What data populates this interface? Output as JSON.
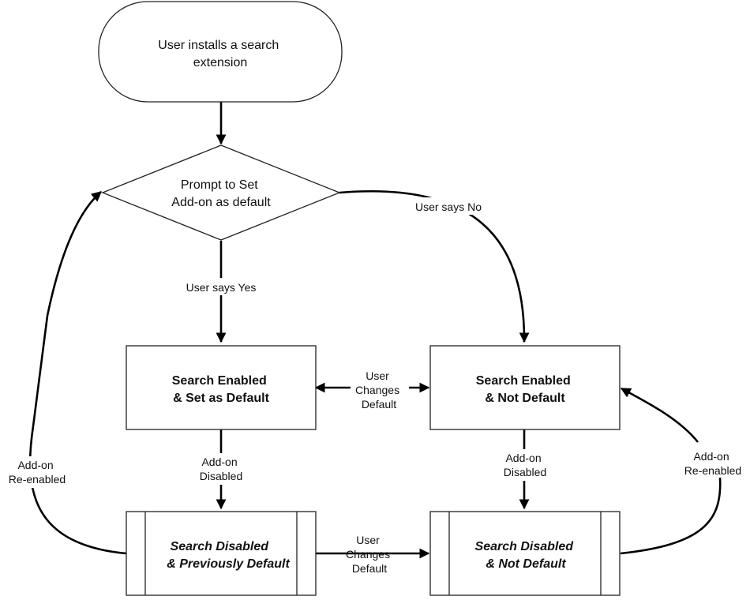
{
  "nodes": {
    "start": {
      "lines": [
        "User installs a search",
        "extension"
      ]
    },
    "prompt": {
      "lines": [
        "Prompt to Set",
        "Add-on as default"
      ]
    },
    "enabled_default": {
      "lines": [
        "Search Enabled",
        "& Set as Default"
      ]
    },
    "enabled_not_default": {
      "lines": [
        "Search Enabled",
        "& Not Default"
      ]
    },
    "disabled_prev_default": {
      "lines": [
        "Search Disabled",
        "& Previously Default"
      ]
    },
    "disabled_not_default": {
      "lines": [
        "Search Disabled",
        "& Not Default"
      ]
    }
  },
  "edges": {
    "user_says_no": {
      "lines": [
        "User says No"
      ]
    },
    "user_says_yes": {
      "lines": [
        "User says Yes"
      ]
    },
    "user_changes_default_top": {
      "lines": [
        "User",
        "Changes",
        "Default"
      ]
    },
    "addon_disabled_left": {
      "lines": [
        "Add-on",
        "Disabled"
      ]
    },
    "addon_disabled_right": {
      "lines": [
        "Add-on",
        "Disabled"
      ]
    },
    "user_changes_default_bottom": {
      "lines": [
        "User",
        "Changes",
        "Default"
      ]
    },
    "addon_reenabled_left": {
      "lines": [
        "Add-on",
        "Re-enabled"
      ]
    },
    "addon_reenabled_right": {
      "lines": [
        "Add-on",
        "Re-enabled"
      ]
    }
  }
}
